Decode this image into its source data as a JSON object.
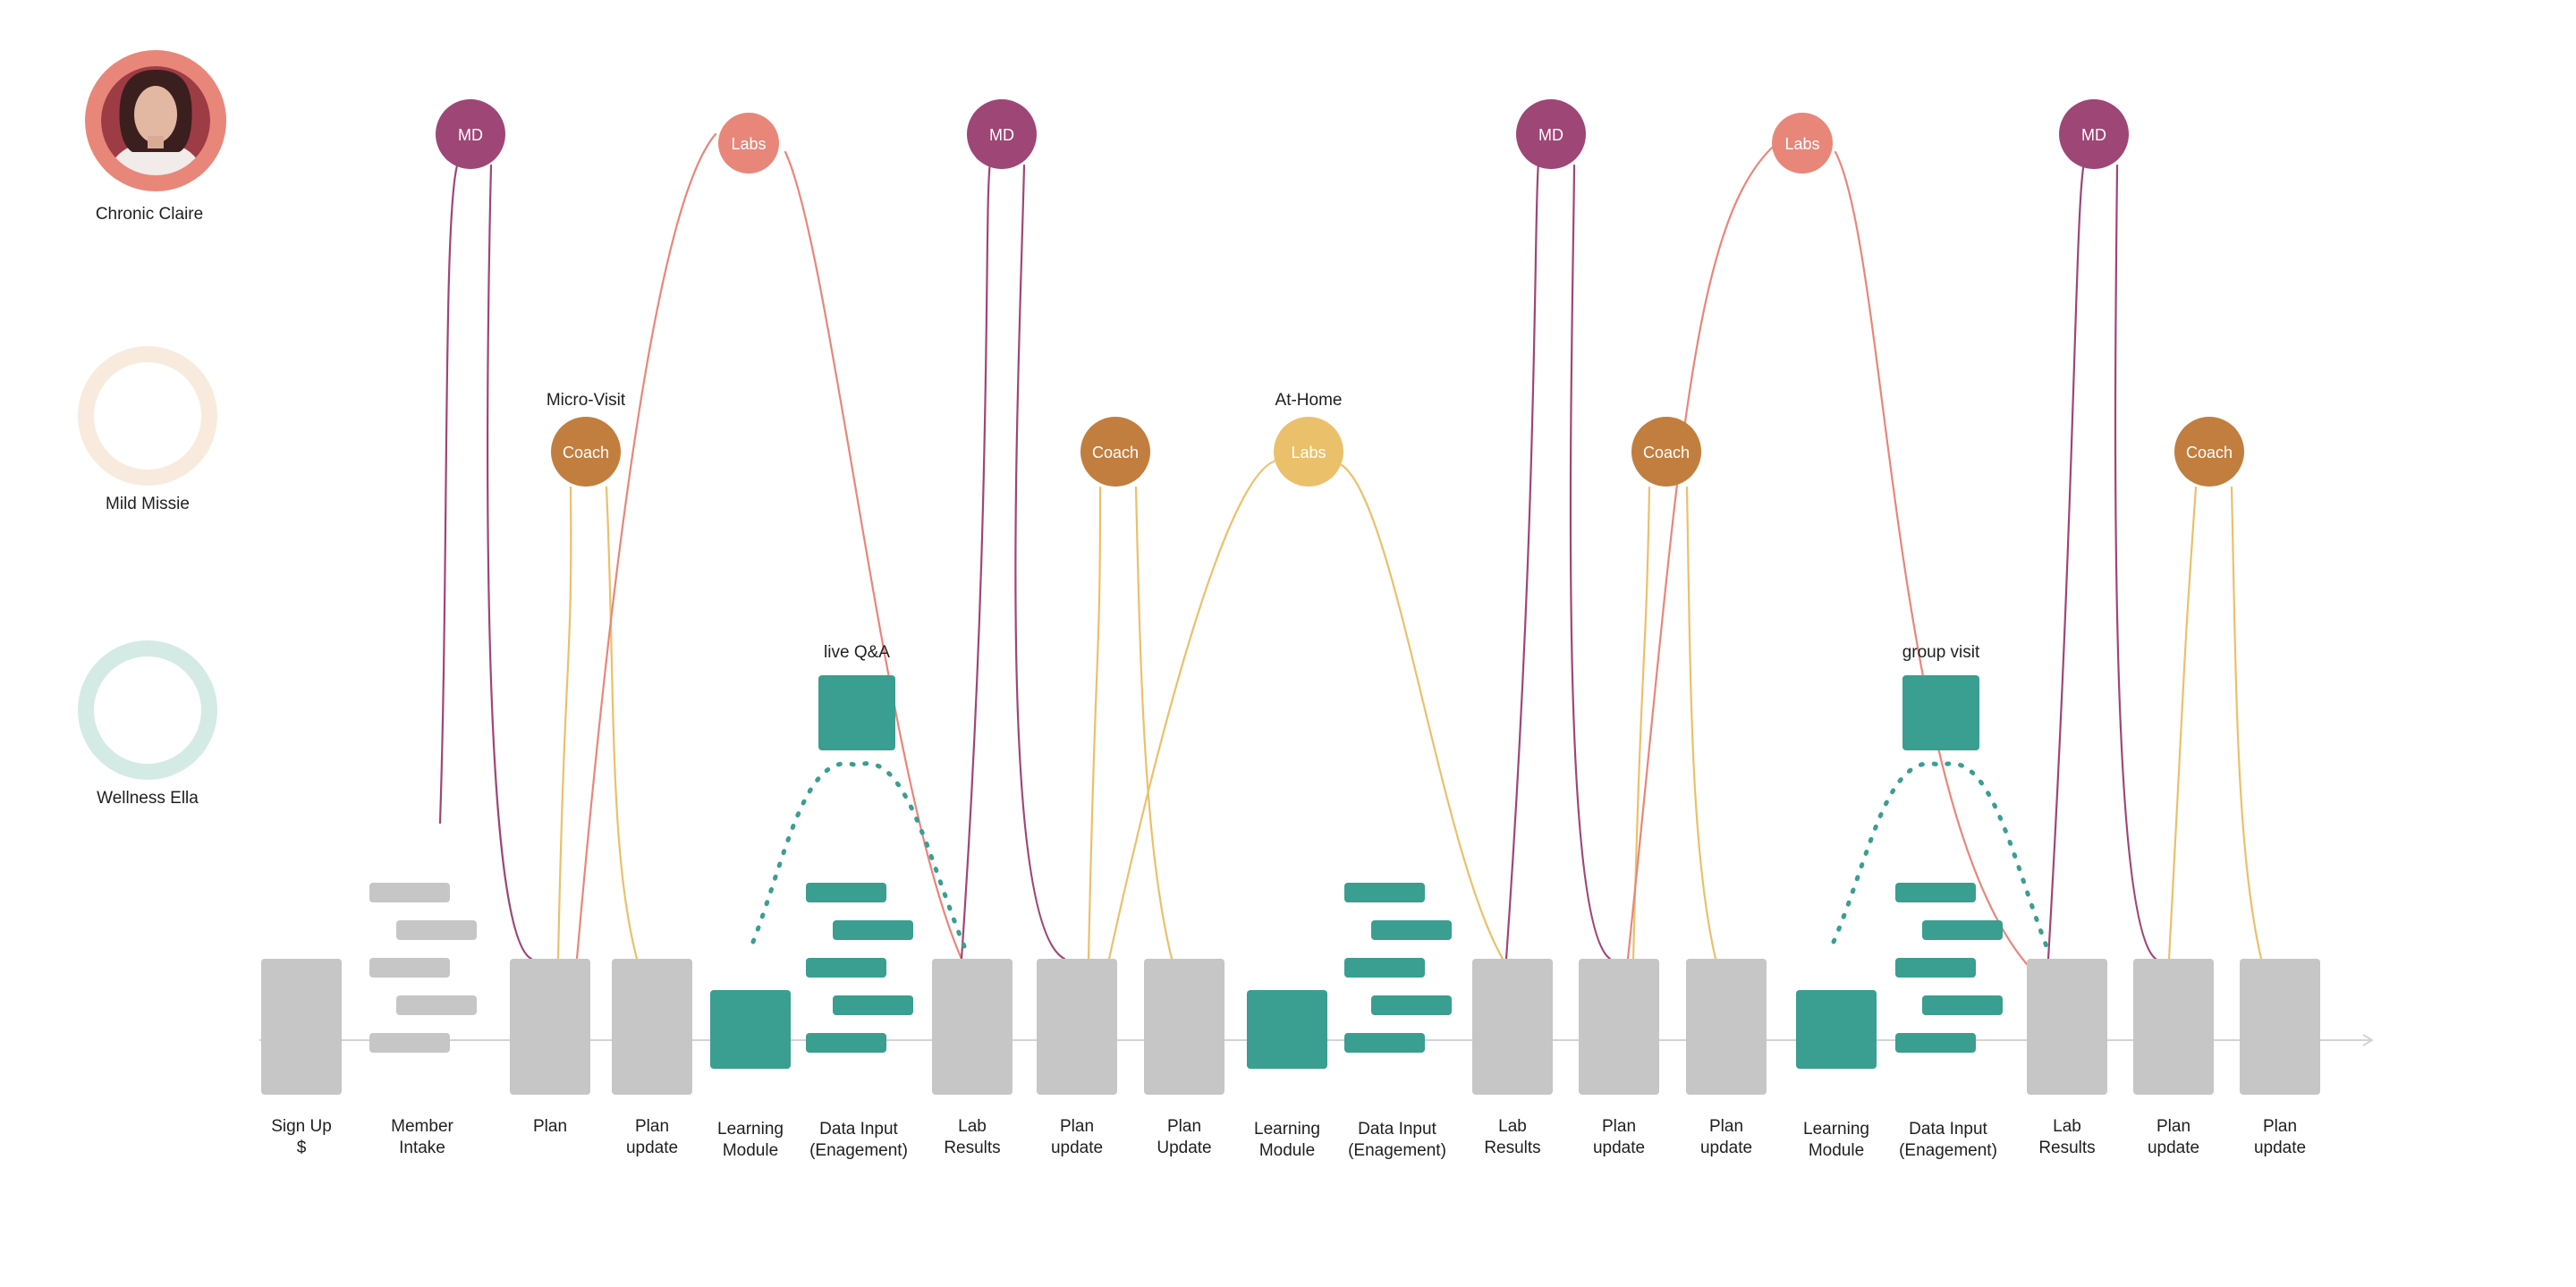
{
  "personas": [
    {
      "name": "Chronic Claire",
      "ring_color": "#E8867A",
      "style": "photo"
    },
    {
      "name": "Mild Missie",
      "ring_color": "#F8EBDD",
      "style": "ring"
    },
    {
      "name": "Wellness Ella",
      "ring_color": "#D4EAE5",
      "style": "ring"
    }
  ],
  "steps": [
    {
      "label": [
        "Sign Up",
        "$"
      ],
      "kind": "gray"
    },
    {
      "label": [
        "Member",
        "Intake"
      ],
      "kind": "bars-gray"
    },
    {
      "label": [
        "Plan"
      ],
      "kind": "gray"
    },
    {
      "label": [
        "Plan",
        "update"
      ],
      "kind": "gray"
    },
    {
      "label": [
        "Learning",
        "Module"
      ],
      "kind": "teal"
    },
    {
      "label": [
        "Data Input",
        "(Enagement)"
      ],
      "kind": "bars-teal"
    },
    {
      "label": [
        "Lab",
        "Results"
      ],
      "kind": "gray"
    },
    {
      "label": [
        "Plan",
        "update"
      ],
      "kind": "gray"
    },
    {
      "label": [
        "Plan",
        "Update"
      ],
      "kind": "gray"
    },
    {
      "label": [
        "Learning",
        "Module"
      ],
      "kind": "teal"
    },
    {
      "label": [
        "Data Input",
        "(Enagement)"
      ],
      "kind": "bars-teal"
    },
    {
      "label": [
        "Lab",
        "Results"
      ],
      "kind": "gray"
    },
    {
      "label": [
        "Plan",
        "update"
      ],
      "kind": "gray"
    },
    {
      "label": [
        "Plan",
        "update"
      ],
      "kind": "gray"
    },
    {
      "label": [
        "Learning",
        "Module"
      ],
      "kind": "teal"
    },
    {
      "label": [
        "Data Input",
        "(Enagement)"
      ],
      "kind": "bars-teal"
    },
    {
      "label": [
        "Lab",
        "Results"
      ],
      "kind": "gray"
    },
    {
      "label": [
        "Plan",
        "update"
      ],
      "kind": "gray"
    },
    {
      "label": [
        "Plan",
        "update"
      ],
      "kind": "gray"
    }
  ],
  "touchpoints": [
    {
      "label": "MD",
      "lane": "Chronic Claire",
      "color": "#9E4676"
    },
    {
      "label": "Labs",
      "lane": "Chronic Claire",
      "color": "#E8867A"
    },
    {
      "label": "MD",
      "lane": "Chronic Claire",
      "color": "#9E4676"
    },
    {
      "label": "MD",
      "lane": "Chronic Claire",
      "color": "#9E4676"
    },
    {
      "label": "Labs",
      "lane": "Chronic Claire",
      "color": "#E8867A"
    },
    {
      "label": "MD",
      "lane": "Chronic Claire",
      "color": "#9E4676"
    },
    {
      "label": "Coach",
      "lane": "Mild Missie",
      "color": "#C27E3E",
      "caption": "Micro-Visit"
    },
    {
      "label": "Coach",
      "lane": "Mild Missie",
      "color": "#C27E3E"
    },
    {
      "label": "Labs",
      "lane": "Mild Missie",
      "color": "#EBC06A",
      "caption": "At-Home"
    },
    {
      "label": "Coach",
      "lane": "Mild Missie",
      "color": "#C27E3E"
    },
    {
      "label": "Coach",
      "lane": "Mild Missie",
      "color": "#C27E3E"
    }
  ],
  "group_sessions": [
    {
      "label": "live Q&A",
      "lane": "Wellness Ella",
      "color": "#3A9E91"
    },
    {
      "label": "group visit",
      "lane": "Wellness Ella",
      "color": "#3A9E91"
    }
  ],
  "colors": {
    "md": "#9E4676",
    "labs": "#E8867A",
    "coach": "#C27E3E",
    "home_labs": "#EBC06A",
    "teal": "#3A9E91",
    "step_gray": "#C6C6C6",
    "timeline": "#D3D3D3"
  }
}
